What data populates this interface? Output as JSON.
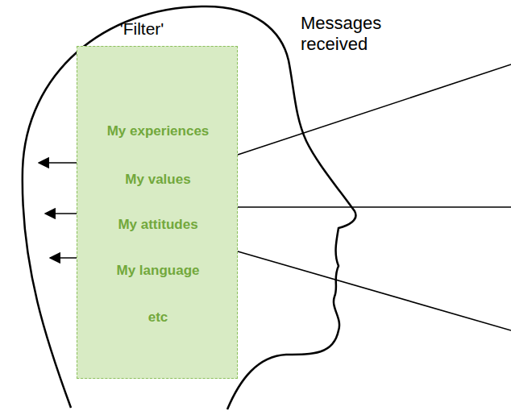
{
  "diagram": {
    "nodes": [
      {
        "text": [
          "'Filter'",
          "My experiences",
          "My values",
          "My attitudes",
          "My language",
          "etc"
        ]
      }
    ],
    "labels": [
      "Messages received"
    ]
  }
}
